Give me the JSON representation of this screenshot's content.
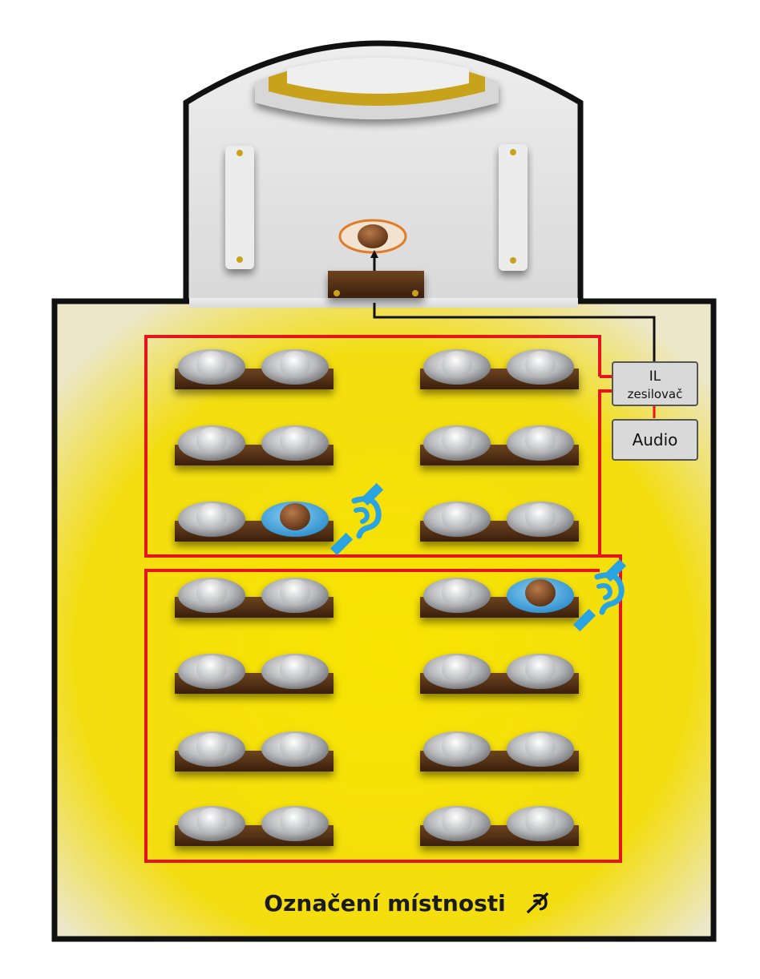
{
  "amplifier": {
    "line1": "IL",
    "line2": "zesilovač"
  },
  "audio": {
    "label": "Audio"
  },
  "caption": {
    "text": "Označení místnosti"
  },
  "loop_zones": [
    {
      "rows": 3,
      "hearing_aid_seat": {
        "row": 3,
        "side": "left",
        "position": "right"
      }
    },
    {
      "rows": 4,
      "hearing_aid_seat": {
        "row": 1,
        "side": "right",
        "position": "right"
      }
    }
  ],
  "colors": {
    "floor": "#f7e000",
    "loop_wire": "#e8141d",
    "signal_wire": "#111111",
    "desk": "#5b3416",
    "seat": "#8f9196",
    "highlight_seat": "#3aa4df",
    "hearing_icon": "#2aa3e3",
    "box_fill": "#d9d9d9"
  },
  "icons": [
    "hearing-loop-icon",
    "speaker-icon",
    "seat-icon"
  ]
}
